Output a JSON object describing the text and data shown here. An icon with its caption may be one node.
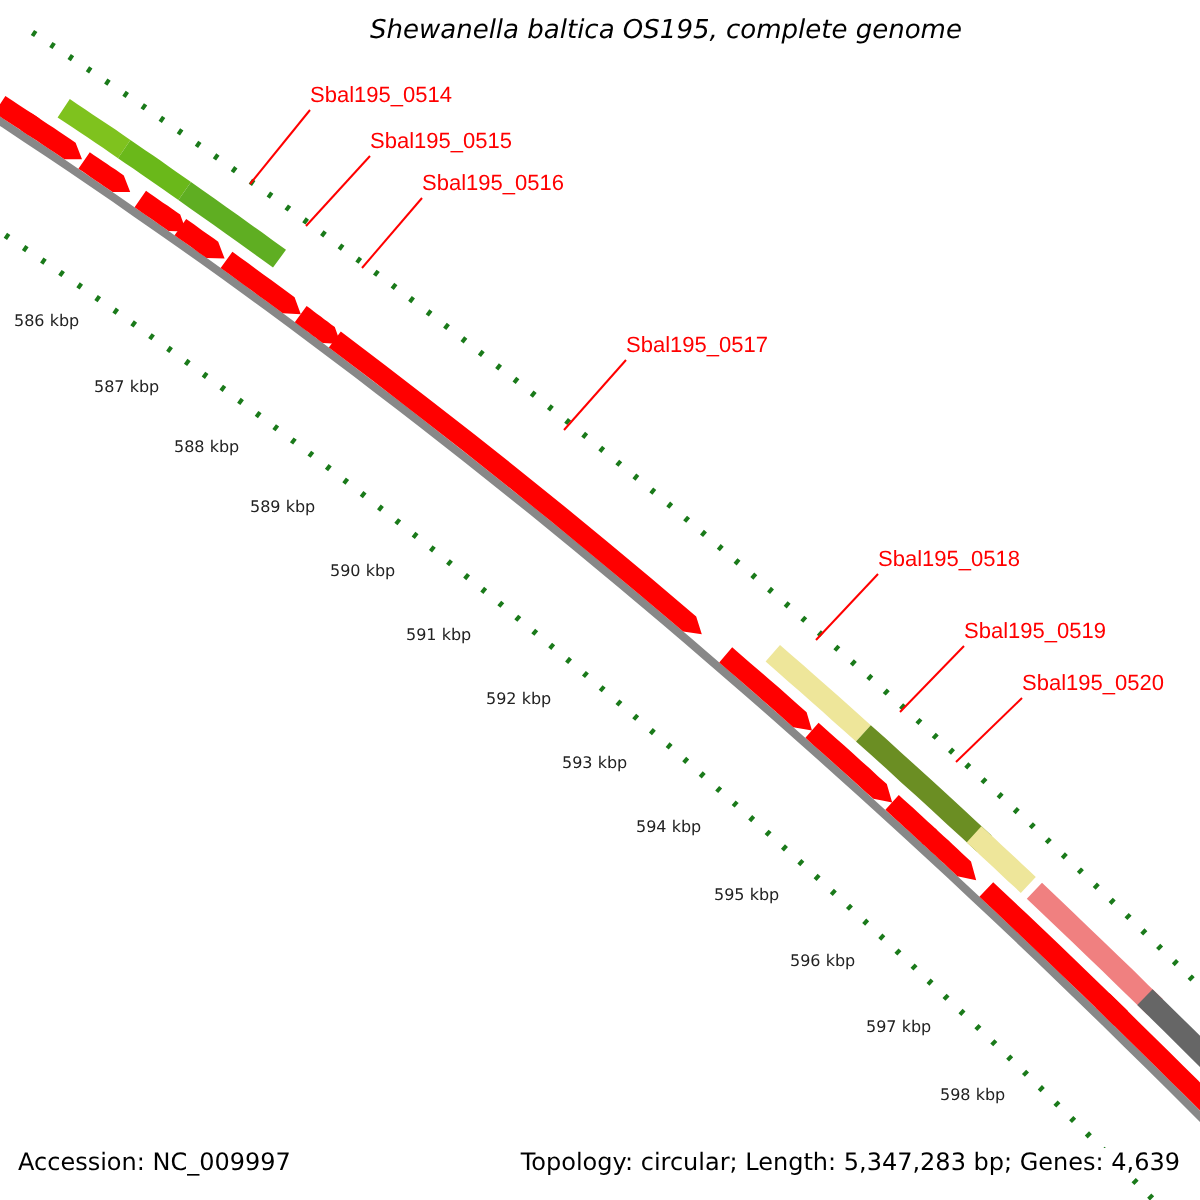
{
  "diagram": {
    "title": "Shewanella baltica OS195, complete genome",
    "nodes": [
      {
        "text": [
          "Sbal195_0514"
        ]
      },
      {
        "text": [
          "Sbal195_0515"
        ]
      },
      {
        "text": [
          "Sbal195_0516"
        ]
      },
      {
        "text": [
          "Sbal195_0517"
        ]
      },
      {
        "text": [
          "Sbal195_0518"
        ]
      },
      {
        "text": [
          "Sbal195_0519"
        ]
      },
      {
        "text": [
          "Sbal195_0520"
        ]
      }
    ],
    "edges": [
      {
        "from": 0,
        "to": null,
        "arrow": "none"
      },
      {
        "from": 1,
        "to": null,
        "arrow": "none"
      },
      {
        "from": 2,
        "to": null,
        "arrow": "none"
      },
      {
        "from": 3,
        "to": null,
        "arrow": "none"
      },
      {
        "from": 4,
        "to": null,
        "arrow": "none"
      },
      {
        "from": 5,
        "to": null,
        "arrow": "none"
      },
      {
        "from": 6,
        "to": null,
        "arrow": "none"
      }
    ],
    "labels": [
      "586 kbp",
      "587 kbp",
      "588 kbp",
      "589 kbp",
      "590 kbp",
      "591 kbp",
      "592 kbp",
      "593 kbp",
      "594 kbp",
      "595 kbp",
      "596 kbp",
      "597 kbp",
      "598 kbp",
      "Accession: NC_009997",
      "Topology: circular; Length: 5,347,283 bp; Genes: 4,639"
    ]
  }
}
